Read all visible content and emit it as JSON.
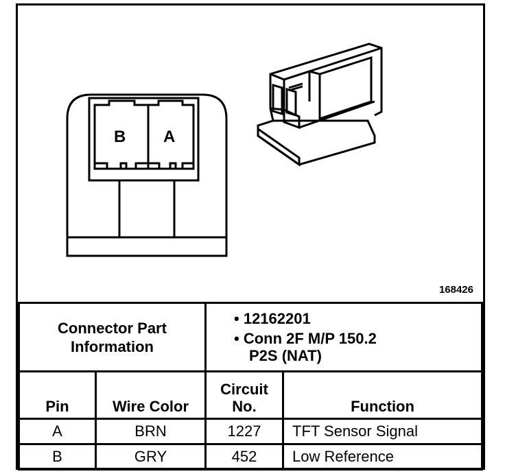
{
  "figure_id": "168426",
  "pins_shown": [
    "B",
    "A"
  ],
  "connector_part_info": {
    "label_line1": "Connector Part",
    "label_line2": "Information",
    "part_number": "12162201",
    "description_line1": "Conn 2F M/P 150.2",
    "description_line2": "P2S (NAT)"
  },
  "table": {
    "headers": {
      "pin": "Pin",
      "wire_color": "Wire Color",
      "circuit_line1": "Circuit",
      "circuit_line2": "No.",
      "function": "Function"
    },
    "rows": [
      {
        "pin": "A",
        "wire_color": "BRN",
        "circuit": "1227",
        "function": "TFT Sensor Signal"
      },
      {
        "pin": "B",
        "wire_color": "GRY",
        "circuit": "452",
        "function": "Low Reference"
      }
    ]
  }
}
